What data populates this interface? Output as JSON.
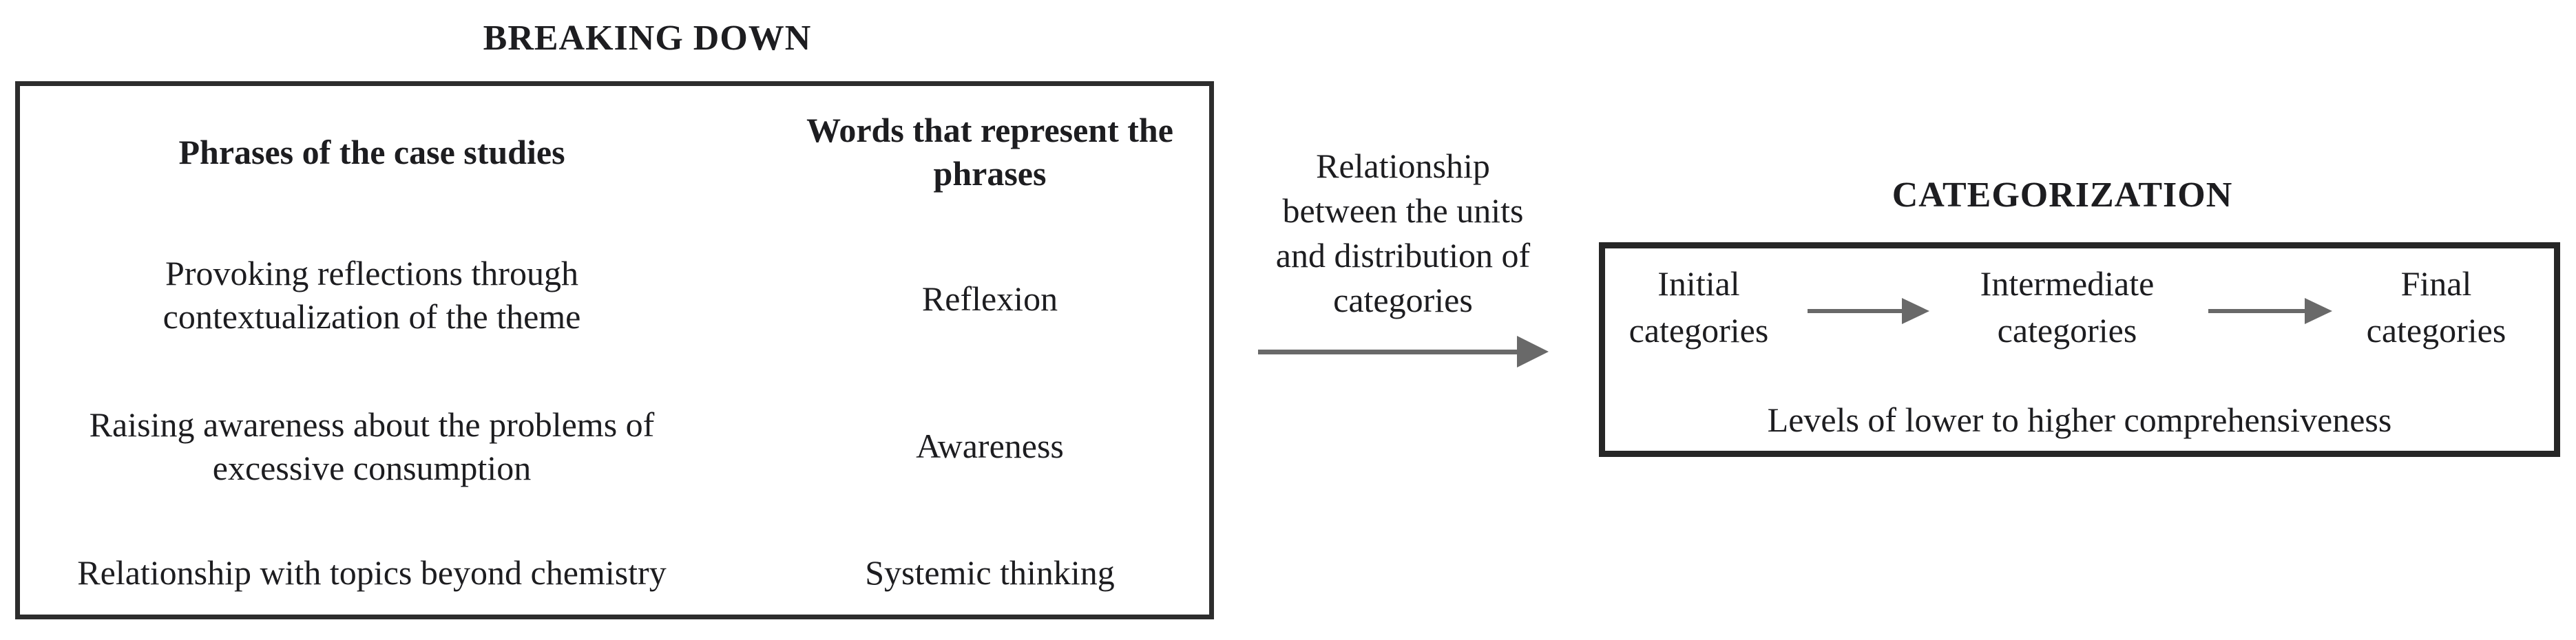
{
  "diagram": {
    "background": "#ffffff",
    "text_color": "#1d1d20",
    "border_color": "#2d2d2d",
    "arrow_color": "#696969"
  },
  "breaking_down": {
    "title": "BREAKING DOWN",
    "table": {
      "headers": {
        "phrases": "Phrases of the case studies",
        "words": [
          "Words that represent the",
          "phrases"
        ]
      },
      "rows": [
        {
          "phrase": [
            "Provoking reflections through",
            "contextualization of the theme"
          ],
          "word": "Reflexion"
        },
        {
          "phrase": [
            "Raising awareness about the problems of",
            "excessive consumption"
          ],
          "word": "Awareness"
        },
        {
          "phrase": [
            "Relationship with topics beyond chemistry"
          ],
          "word": "Systemic thinking"
        }
      ]
    }
  },
  "connector": {
    "label": [
      "Relationship",
      "between the units",
      "and distribution of",
      "categories"
    ]
  },
  "categorization": {
    "title": "CATEGORIZATION",
    "box": {
      "stages": [
        [
          "Initial",
          "categories"
        ],
        [
          "Intermediate",
          "categories"
        ],
        [
          "Final",
          "categories"
        ]
      ],
      "caption": "Levels of lower to higher comprehensiveness"
    }
  }
}
